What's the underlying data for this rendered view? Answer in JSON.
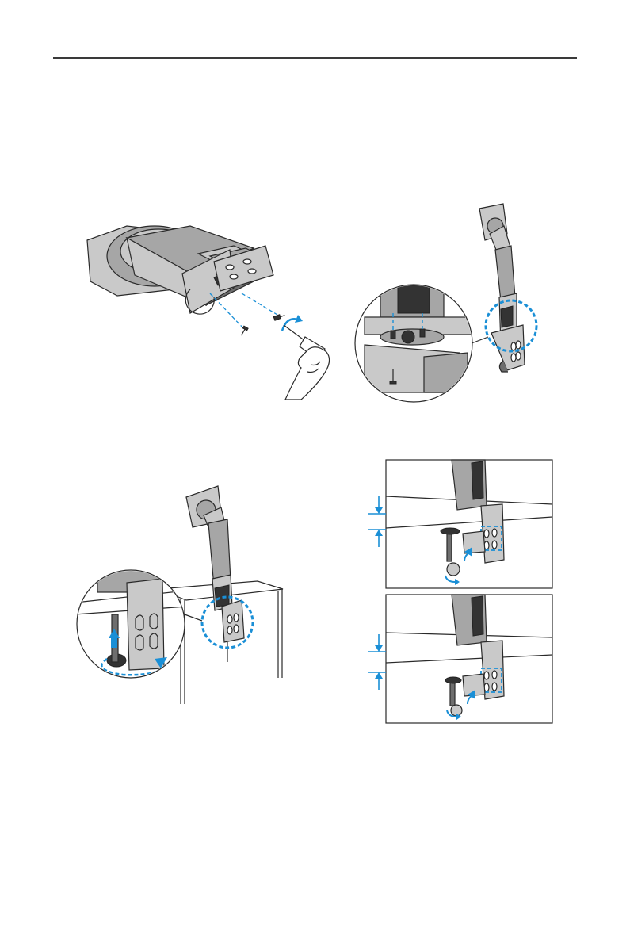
{
  "colors": {
    "accent_blue": "#1a8fd6",
    "rule": "#3a3a3a"
  },
  "figures": [
    {
      "name": "attach-stand-base-with-screws"
    },
    {
      "name": "install-arm-onto-clamp"
    },
    {
      "name": "clamp-to-desk"
    },
    {
      "name": "adjust-clamp-thickness"
    }
  ]
}
